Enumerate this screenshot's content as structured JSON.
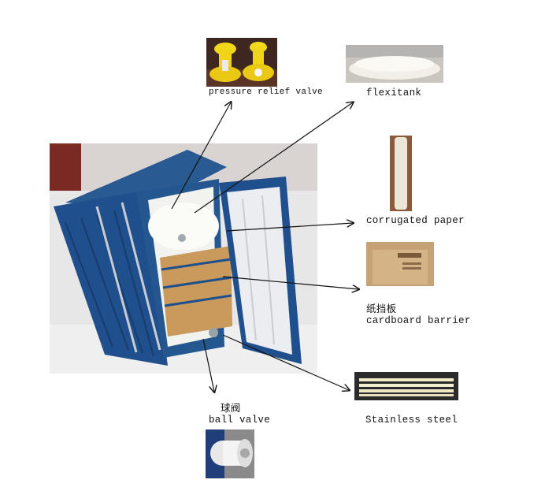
{
  "labels": {
    "pressure_relief_valve": "pressure relief valve",
    "flexitank": "flexitank",
    "corrugated_paper": "corrugated paper",
    "cardboard_barrier_cn": "纸挡板",
    "cardboard_barrier_en": "cardboard barrier",
    "ball_valve_cn": "球阀",
    "ball_valve_en": "ball valve",
    "stainless_steel": "Stainless steel"
  },
  "colors": {
    "container_blue": "#1f4f8c",
    "cardboard": "#c99a5b",
    "valve_yellow": "#f2d81a",
    "arrow": "#111111"
  }
}
